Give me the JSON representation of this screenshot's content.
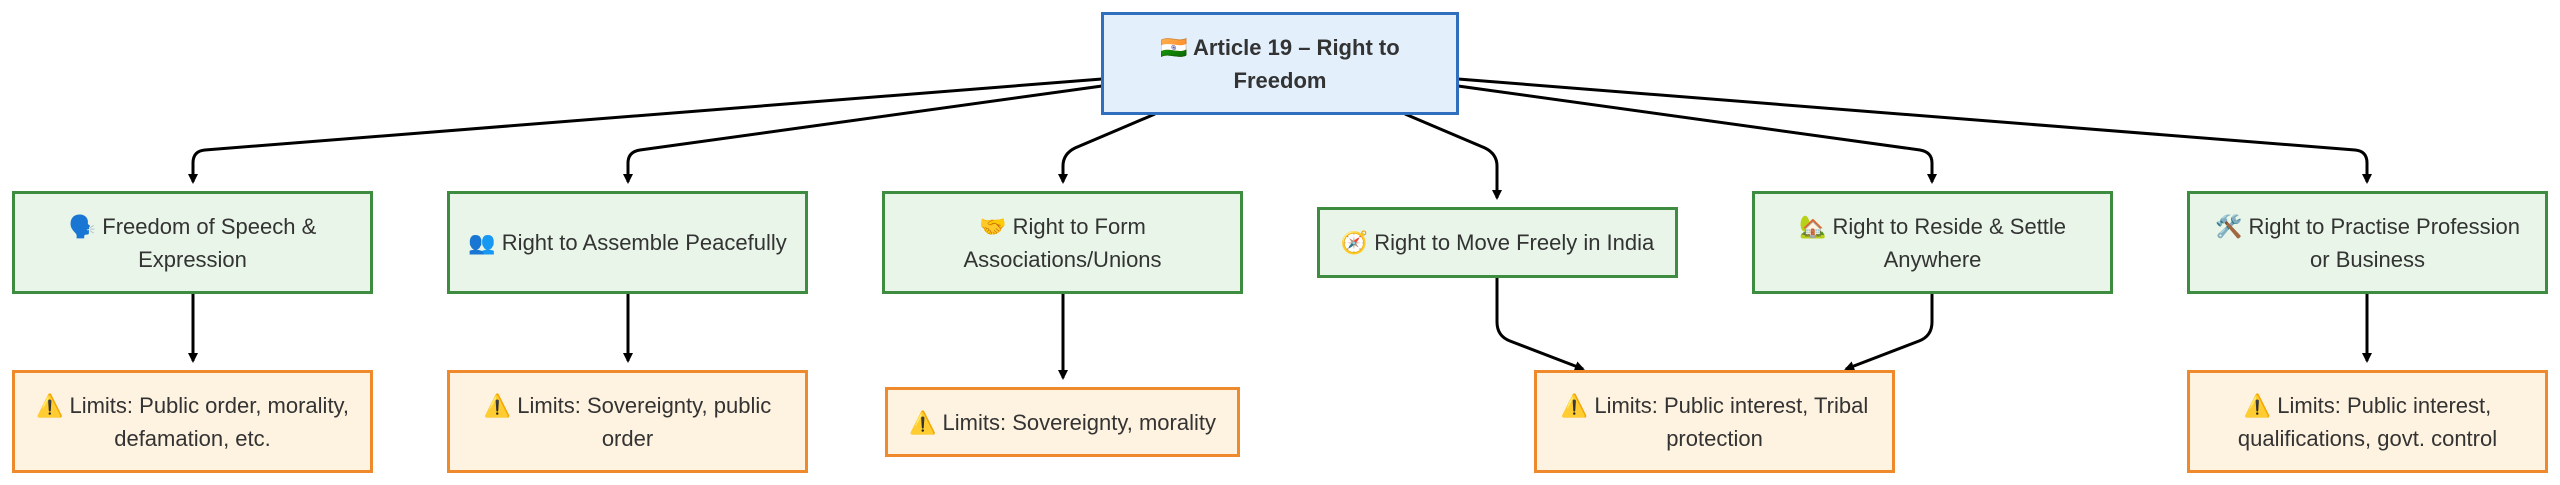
{
  "root": {
    "emoji": "🇮🇳",
    "label": "Article 19 – Right to Freedom"
  },
  "rights": [
    {
      "emoji": "🗣️",
      "label": "Freedom of Speech & Expression"
    },
    {
      "emoji": "👥",
      "label": "Right to Assemble Peacefully"
    },
    {
      "emoji": "🤝",
      "label": "Right to Form Associations/Unions"
    },
    {
      "emoji": "🧭",
      "label": "Right to Move Freely in India"
    },
    {
      "emoji": "🏡",
      "label": "Right to Reside & Settle Anywhere"
    },
    {
      "emoji": "🛠️",
      "label": "Right to Practise Profession or Business"
    }
  ],
  "limits": [
    {
      "emoji": "⚠️",
      "label": "Limits: Public order, morality, defamation, etc."
    },
    {
      "emoji": "⚠️",
      "label": "Limits: Sovereignty, public order"
    },
    {
      "emoji": "⚠️",
      "label": "Limits: Sovereignty, morality"
    },
    {
      "emoji": "⚠️",
      "label": "Limits: Public interest, Tribal protection"
    },
    {
      "emoji": "⚠️",
      "label": "Limits: Public interest, qualifications, govt. control"
    }
  ],
  "colors": {
    "root_fill": "#e3f0fc",
    "root_border": "#2f6fbd",
    "right_fill": "#e8f5e8",
    "right_border": "#3d8c40",
    "limit_fill": "#fef2e0",
    "limit_border": "#ef8a2c",
    "edge": "#000000"
  }
}
